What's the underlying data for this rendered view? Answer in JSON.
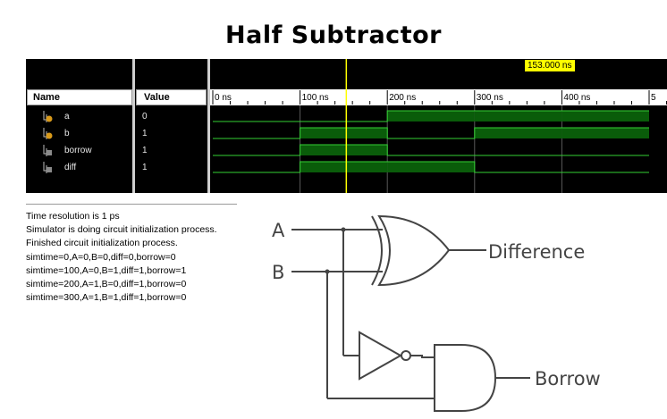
{
  "title": "Half Subtractor",
  "simulator": {
    "name_header": "Name",
    "value_header": "Value",
    "cursor_time": "153.000 ns",
    "signals": [
      {
        "name": "a",
        "value": "0"
      },
      {
        "name": "b",
        "value": "1"
      },
      {
        "name": "borrow",
        "value": "1"
      },
      {
        "name": "diff",
        "value": "1"
      }
    ],
    "ticks": [
      "0 ns",
      "100 ns",
      "200 ns",
      "300 ns",
      "400 ns",
      "5"
    ],
    "waves": {
      "a": [
        0,
        0,
        1,
        1,
        1
      ],
      "b": [
        0,
        1,
        0,
        1,
        1
      ],
      "borrow": [
        0,
        1,
        0,
        0,
        0
      ],
      "diff": [
        0,
        1,
        1,
        0,
        0
      ]
    },
    "colors": {
      "background": "#000000",
      "wave_high": "#0a5c0a",
      "wave_line": "#35d035",
      "cursor": "#ffff00"
    }
  },
  "console": {
    "lines": [
      "Time resolution is 1 ps",
      "Simulator is doing circuit initialization process.",
      "Finished circuit initialization process.",
      "simtime=0,A=0,B=0,diff=0,borrow=0",
      "simtime=100,A=0,B=1,diff=1,borrow=1",
      "simtime=200,A=1,B=0,diff=1,borrow=0",
      "simtime=300,A=1,B=1,diff=1,borrow=0"
    ]
  },
  "circuit": {
    "input_a": "A",
    "input_b": "B",
    "output_difference": "Difference",
    "output_borrow": "Borrow"
  }
}
